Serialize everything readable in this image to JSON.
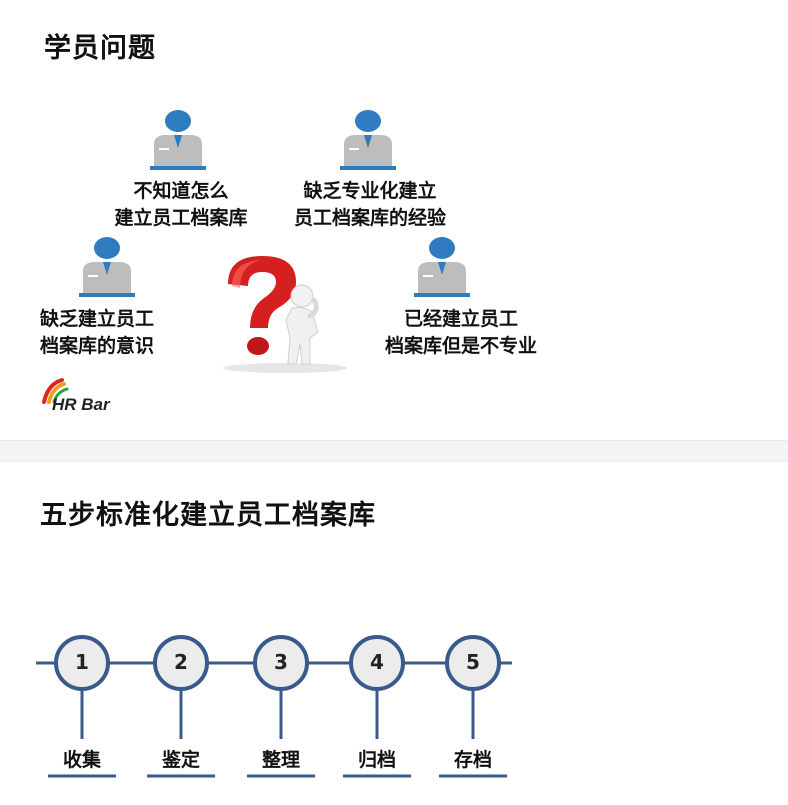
{
  "section1": {
    "title": "学员问题",
    "problems": [
      {
        "line1": "不知道怎么",
        "line2": "建立员工档案库"
      },
      {
        "line1": "缺乏专业化建立",
        "line2": "员工档案库的经验"
      },
      {
        "line1": "缺乏建立员工",
        "line2": "档案库的意识"
      },
      {
        "line1": "已经建立员工",
        "line2": "档案库但是不专业"
      }
    ],
    "logo_text": "HR Bar"
  },
  "section2": {
    "title": "五步标准化建立员工档案库",
    "steps": [
      {
        "num": "1",
        "label": "收集"
      },
      {
        "num": "2",
        "label": "鉴定"
      },
      {
        "num": "3",
        "label": "整理"
      },
      {
        "num": "4",
        "label": "归档"
      },
      {
        "num": "5",
        "label": "存档"
      }
    ]
  },
  "colors": {
    "accent_blue": "#2f7bbf",
    "circle_stroke": "#3a5a8c",
    "circle_fill": "#ececec"
  }
}
